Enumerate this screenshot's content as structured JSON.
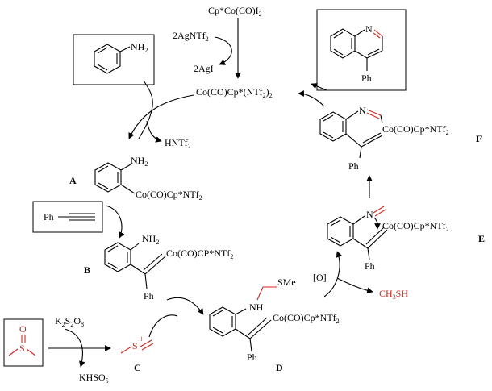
{
  "reagents": {
    "catalyst": "Cp*Co(CO)I",
    "catalyst_sub": "2",
    "silver_salt": "2AgNTf",
    "silver_salt_sub": "2",
    "silver_iodide": "2AgI",
    "active_catalyst": "Co(CO)Cp*(NTf",
    "active_catalyst_sub": "2",
    "active_catalyst_close": ")",
    "active_catalyst_sub2": "2",
    "hntf": "HNTf",
    "hntf_sub": "2",
    "aniline_nh": "NH",
    "aniline_nh_sub": "2",
    "phenylacetylene_ph": "Ph",
    "persulfate": "K",
    "persulfate_sub1": "2",
    "persulfate_s": "S",
    "persulfate_sub2": "2",
    "persulfate_o": "O",
    "persulfate_sub3": "8",
    "khso5": "KHSO",
    "khso5_sub": "5",
    "dmso_s": "S",
    "dmso_o": "O",
    "sulfonium_s": "S",
    "sulfonium_plus": "+",
    "oxidant": "[O]",
    "byproduct": "CH",
    "byproduct_sub": "3",
    "byproduct_rest": "SH"
  },
  "intermediates": {
    "A": {
      "label": "A",
      "nh": "NH",
      "nh_sub": "2",
      "metal": "Co(CO)Cp*NTf",
      "metal_sub": "2"
    },
    "B": {
      "label": "B",
      "nh": "NH",
      "nh_sub": "2",
      "metal": "Co(CO)CP*NTf",
      "metal_sub": "2",
      "ph": "Ph"
    },
    "C": {
      "label": "C"
    },
    "D": {
      "label": "D",
      "nh": "NH",
      "sme": "SMe",
      "metal": "Co(CO)Cp*NTf",
      "metal_sub": "2",
      "ph": "Ph"
    },
    "E": {
      "label": "E",
      "n": "N",
      "metal": "Co(CO)Cp*NTf",
      "metal_sub": "2",
      "ph": "Ph"
    },
    "F": {
      "label": "F",
      "n": "N",
      "metal": "Co(CO)Cp*NTf",
      "metal_sub": "2",
      "ph": "Ph"
    }
  },
  "product": {
    "n": "N",
    "ph": "Ph"
  }
}
